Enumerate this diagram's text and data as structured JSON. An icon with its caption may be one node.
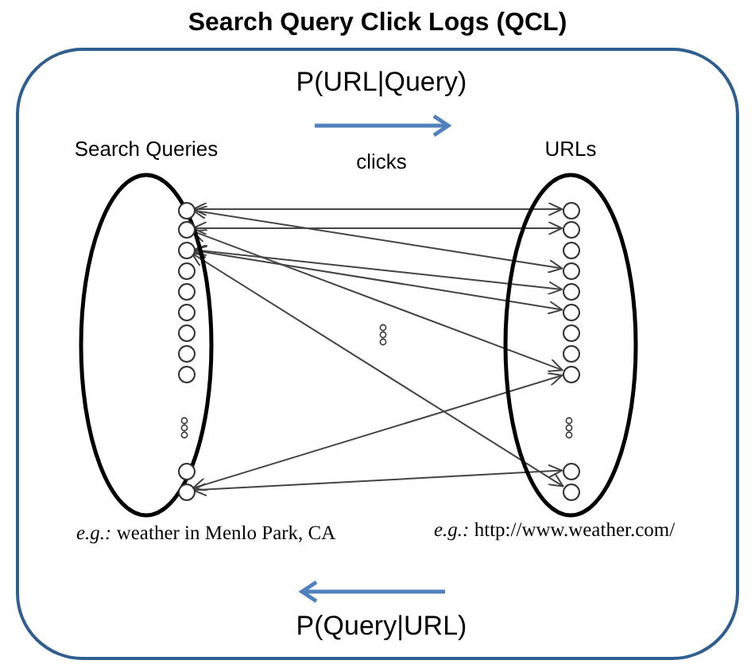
{
  "diagram": {
    "nodes": [
      {
        "text": [
          "Search Query Click Logs (QCL)"
        ]
      },
      {
        "text": [
          "Search Queries"
        ],
        "in": 0,
        "beside": [
          "*e.g.:* weather in Menlo Park, CA"
        ]
      },
      {
        "text": [],
        "shape": "circle",
        "in": 1
      },
      {
        "text": [],
        "shape": "circle",
        "in": 1
      },
      {
        "text": [],
        "shape": "circle",
        "in": 1
      },
      {
        "text": [],
        "shape": "circle",
        "in": 1
      },
      {
        "text": [],
        "shape": "circle",
        "in": 1
      },
      {
        "text": [],
        "shape": "circle",
        "in": 1
      },
      {
        "text": [],
        "shape": "circle",
        "in": 1
      },
      {
        "text": [],
        "shape": "circle",
        "in": 1
      },
      {
        "text": [],
        "shape": "circle",
        "in": 1
      },
      {
        "text": [],
        "shape": "circle",
        "in": 1
      },
      {
        "text": [],
        "shape": "circle",
        "in": 1
      },
      {
        "text": [
          "URLs"
        ],
        "in": 0,
        "beside": [
          "*e.g.:* http://www.weather.com/"
        ]
      },
      {
        "text": [],
        "shape": "circle",
        "in": 13
      },
      {
        "text": [],
        "shape": "circle",
        "in": 13
      },
      {
        "text": [],
        "shape": "circle",
        "in": 13
      },
      {
        "text": [],
        "shape": "circle",
        "in": 13
      },
      {
        "text": [],
        "shape": "circle",
        "in": 13
      },
      {
        "text": [],
        "shape": "circle",
        "in": 13
      },
      {
        "text": [],
        "shape": "circle",
        "in": 13
      },
      {
        "text": [],
        "shape": "circle",
        "in": 13
      },
      {
        "text": [],
        "shape": "circle",
        "in": 13
      },
      {
        "text": [],
        "shape": "circle",
        "in": 13
      },
      {
        "text": [],
        "shape": "circle",
        "in": 13
      }
    ],
    "edges": [
      {
        "from": 2,
        "to": 14,
        "arrow": "both"
      },
      {
        "from": 2,
        "to": 17,
        "arrow": "both"
      },
      {
        "from": 3,
        "to": 15,
        "arrow": "both"
      },
      {
        "from": 3,
        "to": 22,
        "arrow": "both"
      },
      {
        "from": 4,
        "to": 18,
        "arrow": "both"
      },
      {
        "from": 4,
        "to": 19,
        "arrow": "both"
      },
      {
        "from": 4,
        "to": 24,
        "arrow": "both"
      },
      {
        "from": 12,
        "to": 22,
        "arrow": "both"
      },
      {
        "from": 12,
        "to": 23,
        "arrow": "both"
      }
    ],
    "labels": [
      "P(URL|Query)",
      "clicks",
      "P(Query|URL)"
    ]
  }
}
